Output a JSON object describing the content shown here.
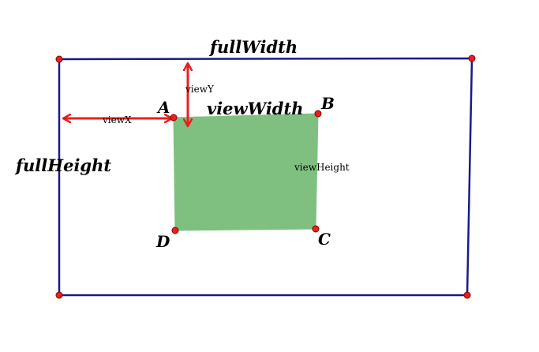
{
  "labels": {
    "full_width": "fullWidth",
    "full_height": "fullHeight",
    "view_width": "viewWidth",
    "view_height": "viewHeight",
    "view_x": "viewX",
    "view_y": "viewY"
  },
  "points": {
    "a": "A",
    "b": "B",
    "c": "C",
    "d": "D"
  },
  "colors": {
    "outer_rect_stroke": "#1a1a8c",
    "view_rect_fill": "#7fc080",
    "arrow": "#e8201c",
    "point_fill": "#e8201c",
    "point_stroke": "#8a0000"
  }
}
